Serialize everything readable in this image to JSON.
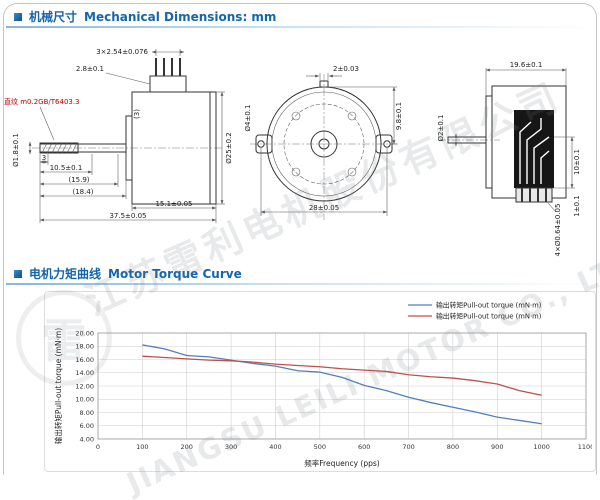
{
  "page": {
    "watermark_cn": "江苏雷利电机股份有限公司",
    "watermark_en": "JIANGSU LEILI MOTOR CO., LTD.",
    "watermark_logo": "雷"
  },
  "sections": {
    "mechanical": {
      "title_cn": "机械尺寸",
      "title_en": "Mechanical Dimensions: mm"
    },
    "torque": {
      "title_cn": "电机力矩曲线",
      "title_en": "Motor Torque Curve"
    }
  },
  "drawings": {
    "side_view": {
      "pins_dim": "3×2.54±0.076",
      "pin_offset": "2.8±0.1",
      "knurl_note": "直纹 m0.2GB/T6403.3",
      "shaft_dia": "Ø1.8±0.1",
      "dim_3": "3",
      "shaft_len": "10.5±0.1",
      "dim_15_9": "(15.9)",
      "dim_18_4": "(18.4)",
      "dim_15_1": "15.1±0.05",
      "dim_total": "37.5±0.05",
      "body_dia": "Ø25±0.2",
      "tab_dim": "(3)"
    },
    "front_view": {
      "top_notch": "2±0.03",
      "right_height": "9.8±0.1",
      "left_dia": "Ø4±0.1",
      "bolt_span": "28±0.05"
    },
    "back_view": {
      "width_dim": "19.6±0.1",
      "shaft_dia": "Ø2±0.1",
      "right_upper": "10±0.1",
      "right_lower": "1±0.1",
      "pins_dim": "4×Ø0.64±0.05"
    }
  },
  "chart_data": {
    "type": "line",
    "x": [
      100,
      150,
      200,
      250,
      300,
      350,
      400,
      450,
      500,
      550,
      600,
      650,
      700,
      750,
      800,
      850,
      900,
      950,
      1000
    ],
    "series": [
      {
        "name": "输出转矩Pull-out torque (mN·m)",
        "color": "#4f81bd",
        "values": [
          18.2,
          17.6,
          16.6,
          16.4,
          15.9,
          15.4,
          15.0,
          14.3,
          14.1,
          13.3,
          12.1,
          11.3,
          10.3,
          9.5,
          8.8,
          8.1,
          7.3,
          6.8,
          6.3
        ]
      },
      {
        "name": "输出转矩Pull-out torque (mN·m)",
        "color": "#c0504d",
        "values": [
          16.5,
          16.3,
          16.1,
          15.9,
          15.8,
          15.6,
          15.3,
          15.1,
          14.9,
          14.6,
          14.4,
          14.2,
          13.7,
          13.4,
          13.2,
          12.8,
          12.3,
          11.3,
          10.6
        ]
      }
    ],
    "xlabel": "频率Frequency (pps)",
    "ylabel": "输出转矩Pull-out torque (mN·m)",
    "xlim": [
      0,
      1100
    ],
    "ylim": [
      4,
      20
    ],
    "xtick_step": 100,
    "ytick_step": 2,
    "grid": true,
    "legend_position": "top-right"
  }
}
